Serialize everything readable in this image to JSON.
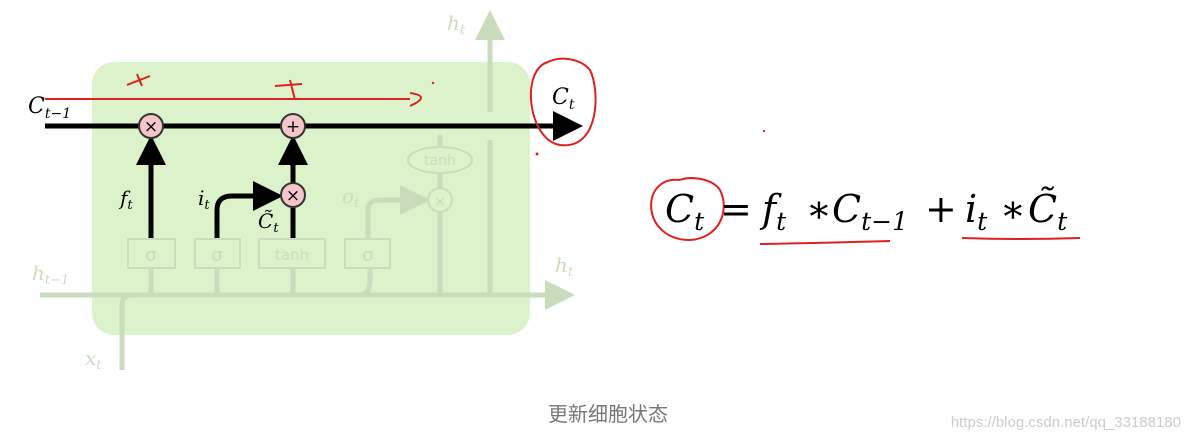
{
  "diagram": {
    "labels": {
      "c_prev": "C",
      "c_prev_sub": "t−1",
      "c_out": "C",
      "c_out_sub": "t",
      "f": "f",
      "f_sub": "t",
      "i": "i",
      "i_sub": "t",
      "c_tilde": "C̃",
      "c_tilde_sub": "t",
      "o": "o",
      "o_sub": "t",
      "h_top": "h",
      "h_top_sub": "t",
      "h_right": "h",
      "h_right_sub": "t",
      "h_prev": "h",
      "h_prev_sub": "t−1",
      "x": "x",
      "x_sub": "t"
    },
    "gates": [
      "σ",
      "σ",
      "tanh",
      "σ"
    ],
    "ops": {
      "mul": "×",
      "add": "+",
      "tanh": "tanh"
    },
    "annotations": {
      "times": "x",
      "plus": "+"
    }
  },
  "formula": {
    "lhs": "C",
    "lhs_sub": "t",
    "eq": "=",
    "f": "f",
    "f_sub": "t",
    "star1": "∗",
    "c": "C",
    "c_sub": "t−1",
    "plus": "+",
    "i": "i",
    "i_sub": "t",
    "star2": "∗",
    "ct": "C̃",
    "ct_sub": "t"
  },
  "caption": "更新细胞状态",
  "watermark": "https://blog.csdn.net/qq_33188180",
  "colors": {
    "cell": "#dcf2cb",
    "faded": "#c9dcbc",
    "op": "#f4c6cc",
    "ink": "#e02020"
  }
}
